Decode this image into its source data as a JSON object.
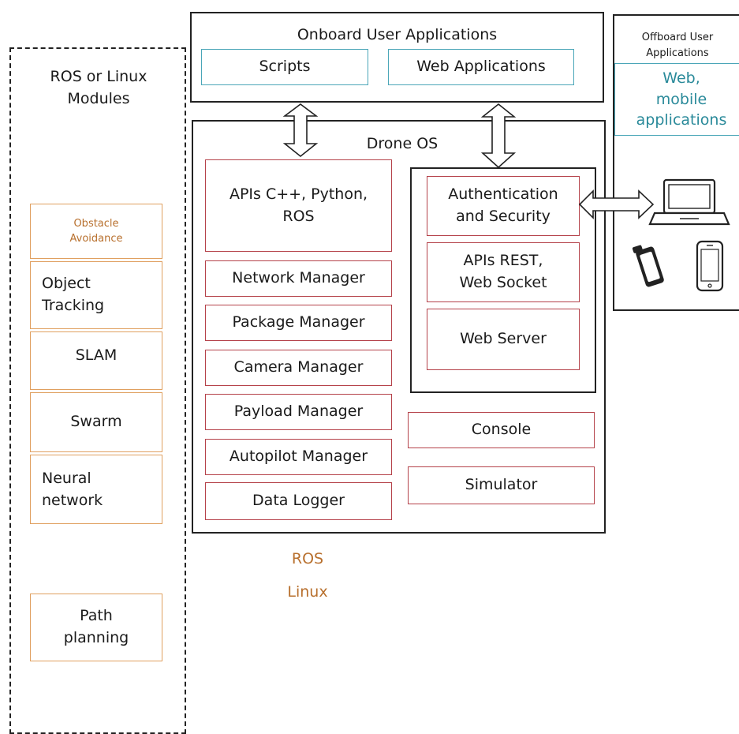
{
  "ros_linux_modules": {
    "title": "ROS or Linux\nModules",
    "modules": [
      {
        "label": "Obstacle\nAvoidance"
      },
      {
        "label": "Object\nTracking"
      },
      {
        "label": "SLAM"
      },
      {
        "label": "Swarm"
      },
      {
        "label": "Neural\nnetwork"
      },
      {
        "label": "Path\nplanning"
      }
    ]
  },
  "onboard": {
    "title": "Onboard User Applications",
    "scripts": "Scripts",
    "web_apps": "Web Applications"
  },
  "offboard": {
    "title": "Offboard User\nApplications",
    "subtitle": "Web,\nmobile\napplications"
  },
  "drone_os": {
    "title": "Drone OS",
    "apis": "APIs C++, Python,\nROS",
    "managers": [
      {
        "label": "Network Manager"
      },
      {
        "label": "Package Manager"
      },
      {
        "label": "Camera Manager"
      },
      {
        "label": "Payload Manager"
      },
      {
        "label": "Autopilot Manager"
      },
      {
        "label": "Data Logger"
      }
    ],
    "web_stack": {
      "auth": "Authentication\nand Security",
      "rest": "APIs REST,\nWeb Socket",
      "server": "Web Server"
    },
    "console": "Console",
    "simulator": "Simulator"
  },
  "base": {
    "ros": "ROS",
    "linux": "Linux"
  },
  "colors": {
    "module_border": "#e0a060",
    "module_text": "#b8702e",
    "component_border": "#b5424a",
    "web_border": "#4aa6b8",
    "frame_border": "#222222"
  },
  "icons": [
    "laptop-icon",
    "tablet-icon",
    "smartphone-icon",
    "double-arrow-icon"
  ]
}
